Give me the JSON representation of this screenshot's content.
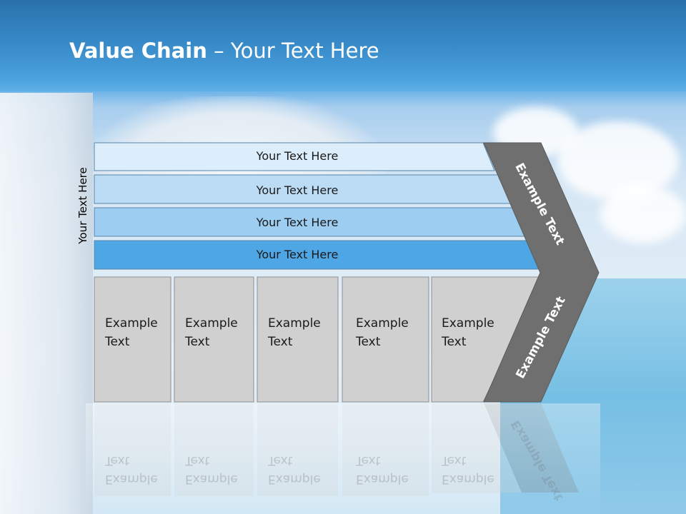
{
  "slide": {
    "title_bold": "Value Chain",
    "title_separator": " – ",
    "title_rest": "Your Text Here",
    "vertical_label": "Your Text Here"
  },
  "rows": [
    {
      "label": "Your Text Here",
      "color": "#dcedfb"
    },
    {
      "label": "Your Text Here",
      "color": "#bcdcf5"
    },
    {
      "label": "Your Text Here",
      "color": "#9dcdf0"
    },
    {
      "label": "Your Text Here",
      "color": "#4ea6e4"
    }
  ],
  "boxes": [
    {
      "label": "Example Text"
    },
    {
      "label": "Example Text"
    },
    {
      "label": "Example Text"
    },
    {
      "label": "Example Text"
    },
    {
      "label": "Example Text"
    }
  ],
  "arrow": {
    "upper_label": "Example Text",
    "lower_label": "Example Text",
    "color": "#6f6f6f"
  },
  "colors": {
    "box_fill": "#d0d0d0",
    "box_border": "#8f8f8f",
    "row_border": "#5a86a8"
  }
}
